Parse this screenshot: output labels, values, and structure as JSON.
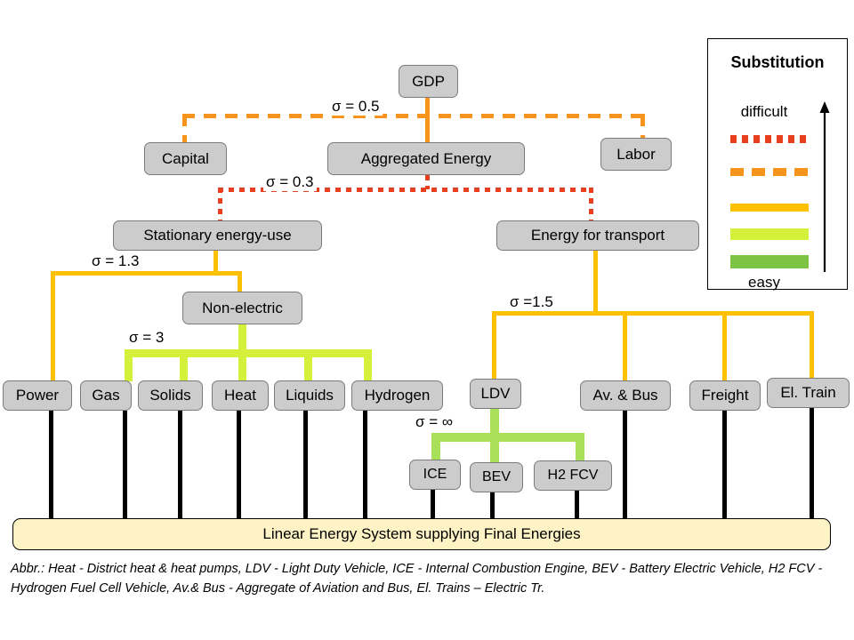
{
  "nodes": {
    "gdp": "GDP",
    "capital": "Capital",
    "aggregated_energy": "Aggregated Energy",
    "labor": "Labor",
    "stationary": "Stationary energy-use",
    "transport": "Energy for transport",
    "non_electric": "Non-electric",
    "power": "Power",
    "gas": "Gas",
    "solids": "Solids",
    "heat": "Heat",
    "liquids": "Liquids",
    "hydrogen": "Hydrogen",
    "ldv": "LDV",
    "av_bus": "Av. & Bus",
    "freight": "Freight",
    "el_train": "El. Train",
    "ice": "ICE",
    "bev": "BEV",
    "h2fcv": "H2 FCV"
  },
  "sigmas": {
    "top": "σ = 0.5",
    "energy": "σ = 0.3",
    "stationary": "σ = 1.3",
    "nonelectric": "σ = 3",
    "transport": "σ =1.5",
    "ldv": "σ = ∞"
  },
  "legend": {
    "title": "Substitution",
    "top_label": "difficult",
    "bottom_label": "easy",
    "arrow_icon": "up-arrow-icon",
    "bars": [
      {
        "name": "red-dotted",
        "color": "#e8401f",
        "style": "dotted"
      },
      {
        "name": "orange-dashed",
        "color": "#f7941e",
        "style": "dashed"
      },
      {
        "name": "gold-solid",
        "color": "#ffc000",
        "style": "solid"
      },
      {
        "name": "yellow-green-solid",
        "color": "#d4f03a",
        "style": "solid"
      },
      {
        "name": "green-solid",
        "color": "#7cc243",
        "style": "solid"
      }
    ]
  },
  "bottom_bar": {
    "label": "Linear Energy System supplying Final Energies",
    "color": "#fdf3c4"
  },
  "footnote": {
    "lead": "Abbr.:",
    "text": " Heat - District heat & heat pumps, LDV - Light Duty Vehicle, ICE - Internal Combustion Engine, BEV - Battery Electric Vehicle, H2 FCV - Hydrogen Fuel Cell Vehicle, Av.& Bus - Aggregate of Aviation and Bus, El. Trains – Electric Tr."
  },
  "colors": {
    "node_fill": "#cccccc",
    "node_border": "#7b7b7b",
    "dotted_red": "#e8401f",
    "dashed_orange": "#f7941e",
    "gold": "#ffc000",
    "yellow_green": "#d4f03a",
    "green": "#7cc243",
    "black": "#000000"
  }
}
